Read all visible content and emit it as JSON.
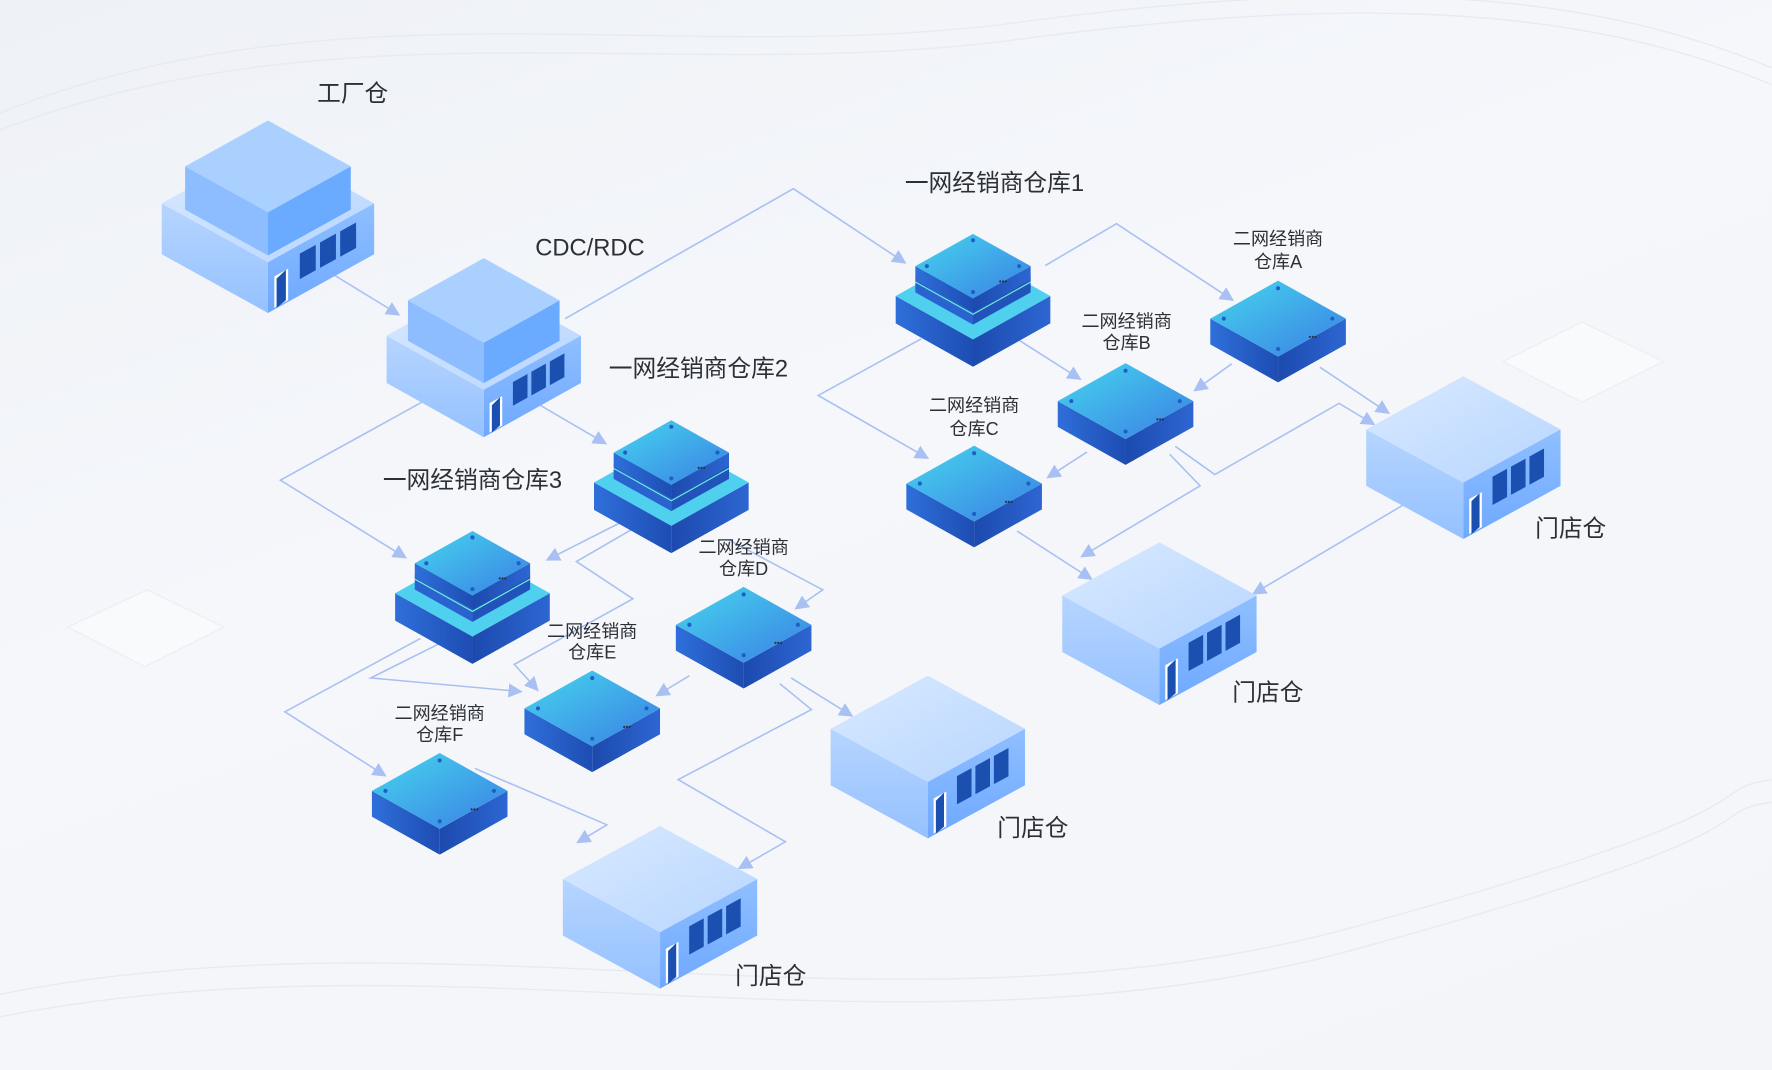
{
  "title": "仓储网络结构图",
  "labels": {
    "factory": "工厂仓",
    "cdc": "CDC/RDC",
    "tier1_1": "一网经销商仓库1",
    "tier1_2": "一网经销商仓库2",
    "tier1_3": "一网经销商仓库3",
    "tier2_a": [
      "二网经销商",
      "仓库A"
    ],
    "tier2_b": [
      "二网经销商",
      "仓库B"
    ],
    "tier2_c": [
      "二网经销商",
      "仓库C"
    ],
    "tier2_d": [
      "二网经销商",
      "仓库D"
    ],
    "tier2_e": [
      "二网经销商",
      "仓库E"
    ],
    "tier2_f": [
      "二网经销商",
      "仓库F"
    ],
    "store_1": "门店仓",
    "store_2": "门店仓",
    "store_3": "门店仓",
    "store_4": "门店仓"
  },
  "colors": {
    "edge": "#a9c0f2",
    "building_top": "#cfe3ff",
    "building_left": "#a9cdff",
    "building_right": "#86b7ff",
    "window": "#1b4fb0",
    "server_top_a": "#42d0ec",
    "server_top_b": "#3b86e6",
    "server_side": "#1f4fb5"
  }
}
